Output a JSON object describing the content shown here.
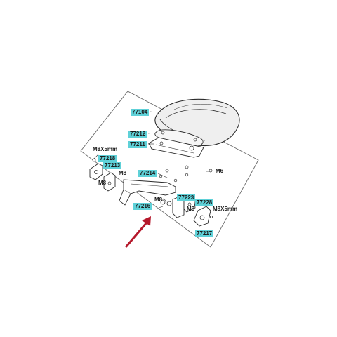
{
  "diagram": {
    "part_numbers": {
      "p77104": "77104",
      "p77212": "77212",
      "p77211": "77211",
      "p77218": "77218",
      "p77213": "77213",
      "p77214": "77214",
      "p77223": "77223",
      "p77228": "77228",
      "p77216": "77216",
      "p77217": "77217"
    },
    "fasteners": {
      "m8x5_left": "M8X5mm",
      "m8_left": "M8",
      "m6": "M6",
      "m8_lower": "M8",
      "m8_right": "M8",
      "m8x5_right": "M8X5mm"
    },
    "colors": {
      "highlight": "#5fd1d8",
      "line": "#2b2b2b",
      "arrow": "#b5182b",
      "seat_fill": "#efefef"
    }
  }
}
